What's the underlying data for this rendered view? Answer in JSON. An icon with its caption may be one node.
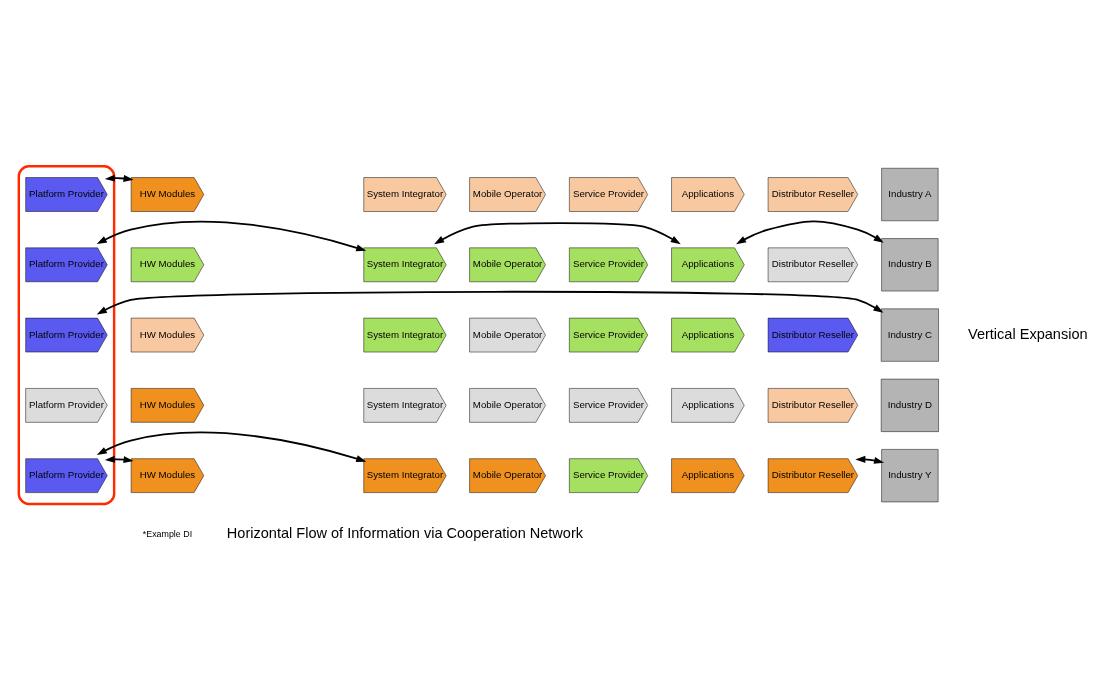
{
  "diagram": {
    "nodes": [
      {
        "text": [],
        "shape": "ellipse"
      },
      {
        "text": [
          "HW Modules"
        ]
      },
      {
        "text": [
          "Platform Provider"
        ],
        "in": 0
      },
      {
        "text": [
          "Mobile Operator"
        ]
      },
      {
        "text": [
          "Service Provider"
        ]
      },
      {
        "text": [
          "System Integrator"
        ]
      },
      {
        "text": [
          "Applications"
        ]
      },
      {
        "text": [
          "Distributor Reseller"
        ]
      },
      {
        "text": [
          "Industry A"
        ]
      },
      {
        "text": [
          "HW Modules"
        ]
      },
      {
        "text": [
          "Platform Provider"
        ],
        "in": 0
      },
      {
        "text": [
          "Mobile Operator"
        ]
      },
      {
        "text": [
          "Service Provider"
        ]
      },
      {
        "text": [
          "System Integrator"
        ]
      },
      {
        "text": [
          "Applications"
        ]
      },
      {
        "text": [
          "Distributor Reseller"
        ]
      },
      {
        "text": [
          "Industry B"
        ]
      },
      {
        "text": [
          "HW Modules"
        ]
      },
      {
        "text": [
          "Platform Provider"
        ],
        "in": 0
      },
      {
        "text": [
          "Mobile Operator"
        ]
      },
      {
        "text": [
          "Service Provider"
        ]
      },
      {
        "text": [
          "System Integrator"
        ]
      },
      {
        "text": [
          "Applications"
        ]
      },
      {
        "text": [
          "Distributor Reseller"
        ]
      },
      {
        "text": [
          "Industry C"
        ]
      },
      {
        "text": [
          "HW Modules"
        ]
      },
      {
        "text": [
          "Platform Provider"
        ],
        "in": 0
      },
      {
        "text": [
          "Mobile Operator"
        ]
      },
      {
        "text": [
          "Service Provider"
        ]
      },
      {
        "text": [
          "System Integrator"
        ]
      },
      {
        "text": [
          "Applications"
        ]
      },
      {
        "text": [
          "Distributor Reseller"
        ]
      },
      {
        "text": [
          "Industry D"
        ]
      },
      {
        "text": [
          "HW Modules"
        ]
      },
      {
        "text": [
          "Platform Provider"
        ],
        "in": 0
      },
      {
        "text": [
          "Mobile Operator"
        ]
      },
      {
        "text": [
          "Service Provider"
        ]
      },
      {
        "text": [
          "System Integrator"
        ]
      },
      {
        "text": [
          "Applications"
        ]
      },
      {
        "text": [
          "Distributor Reseller"
        ]
      },
      {
        "text": [
          "Industry Y"
        ]
      }
    ],
    "edges": [
      {
        "from": 1,
        "to": 2,
        "arrow": "both"
      },
      {
        "from": 13,
        "to": 14,
        "arrow": "both"
      },
      {
        "from": 10,
        "to": 13,
        "arrow": "both"
      },
      {
        "from": 14,
        "to": 16,
        "arrow": "both"
      },
      {
        "from": 18,
        "to": 24,
        "arrow": "both"
      },
      {
        "from": 33,
        "to": 34,
        "arrow": "both"
      },
      {
        "from": 34,
        "to": 37,
        "arrow": "both"
      },
      {
        "from": 39,
        "to": 40,
        "arrow": "both"
      }
    ],
    "labels": [
      "Vertical Expansion",
      "*Example DI",
      "Horizontal Flow of Information via Cooperation Network"
    ]
  }
}
